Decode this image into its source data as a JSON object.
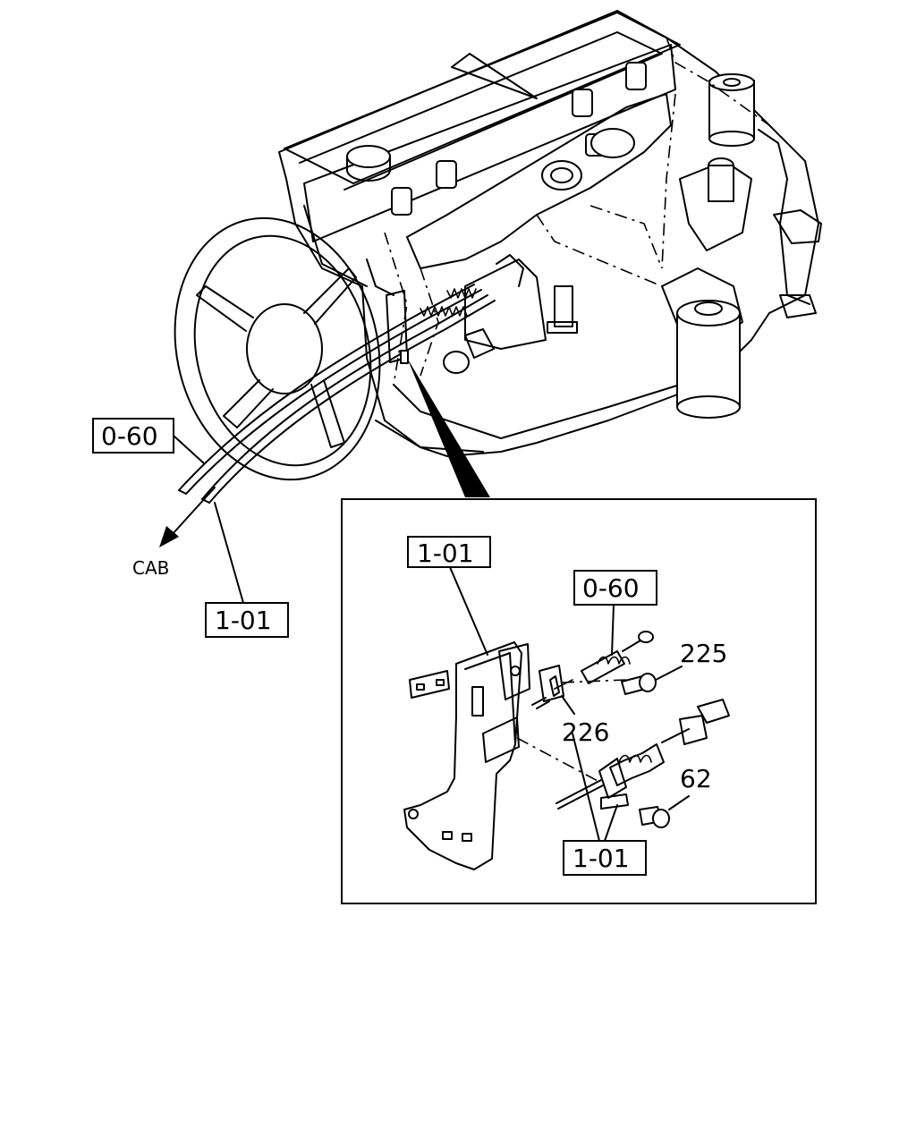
{
  "callouts": {
    "engine_upper_left": "0-60",
    "engine_lower_left": "1-01",
    "cab_direction": "CAB",
    "detail_bracket": "1-01",
    "detail_cable_upper": "0-60",
    "detail_cable_lower": "1-01",
    "part_225": "225",
    "part_226": "226",
    "part_62": "62"
  }
}
